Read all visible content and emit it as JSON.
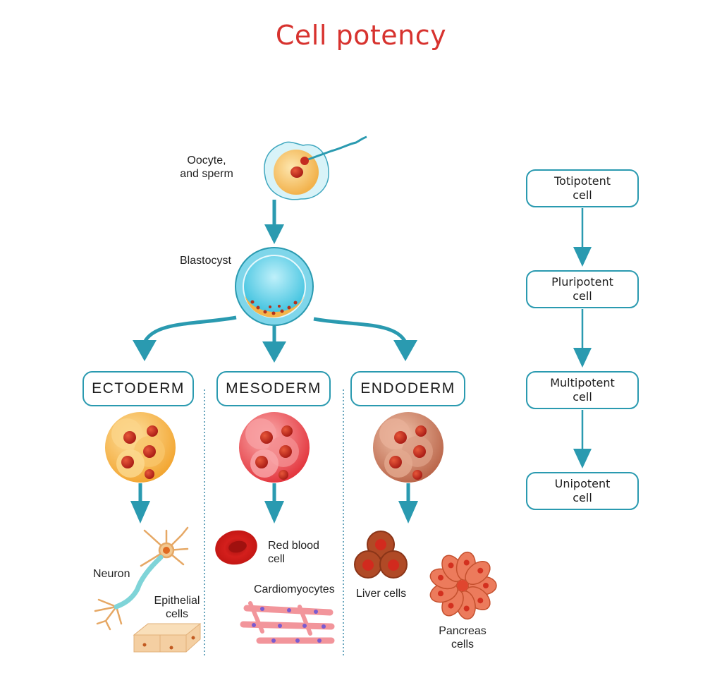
{
  "title": "Cell potency",
  "colors": {
    "title": "#d7322e",
    "accent_teal": "#2a9ab0",
    "ectoderm": "#f6b73c",
    "mesoderm": "#e8484e",
    "endoderm": "#c6735a"
  },
  "stages": {
    "zygote": {
      "label": "Oocyte,\nand sperm",
      "line1": "Oocyte,",
      "line2": "and sperm"
    },
    "blastocyst": {
      "label": "Blastocyst"
    }
  },
  "germ_layers": [
    {
      "name": "ECTODERM",
      "cells": [
        {
          "label": "Neuron"
        },
        {
          "label_line1": "Epithelial",
          "label_line2": "cells"
        }
      ]
    },
    {
      "name": "MESODERM",
      "cells": [
        {
          "label_line1": "Red blood",
          "label_line2": "cell"
        },
        {
          "label": "Cardiomyocytes"
        }
      ]
    },
    {
      "name": "ENDODERM",
      "cells": [
        {
          "label": "Liver cells"
        },
        {
          "label_line1": "Pancreas",
          "label_line2": "cells"
        }
      ]
    }
  ],
  "potency_hierarchy": [
    {
      "line1": "Totipotent",
      "line2": "cell"
    },
    {
      "line1": "Pluripotent",
      "line2": "cell"
    },
    {
      "line1": "Multipotent",
      "line2": "cell"
    },
    {
      "line1": "Unipotent",
      "line2": "cell"
    }
  ]
}
